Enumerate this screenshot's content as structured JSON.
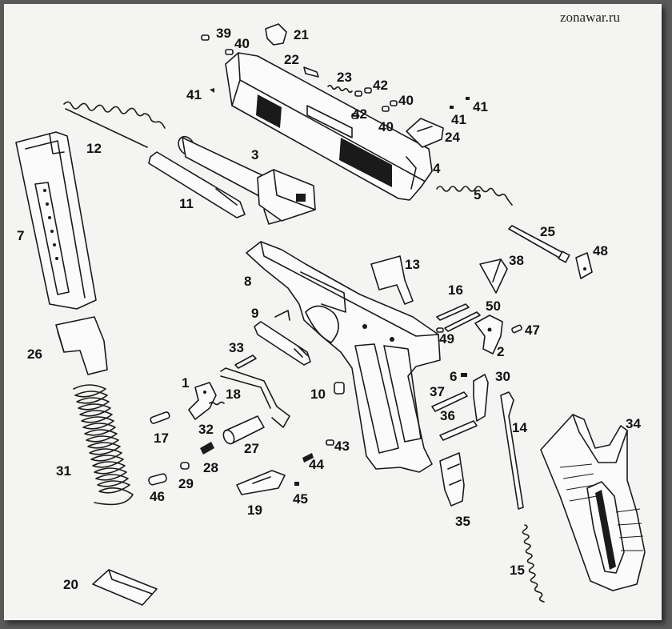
{
  "watermark": "zonawar.ru",
  "labels": {
    "p1": "1",
    "p2": "2",
    "p3": "3",
    "p4": "4",
    "p5": "5",
    "p6": "6",
    "p7": "7",
    "p8": "8",
    "p9": "9",
    "p10": "10",
    "p11": "11",
    "p12": "12",
    "p13": "13",
    "p14": "14",
    "p15": "15",
    "p16": "16",
    "p17": "17",
    "p18": "18",
    "p19": "19",
    "p20": "20",
    "p21": "21",
    "p22": "22",
    "p23": "23",
    "p24": "24",
    "p25": "25",
    "p26": "26",
    "p27": "27",
    "p28": "28",
    "p29": "29",
    "p30": "30",
    "p31": "31",
    "p32": "32",
    "p33": "33",
    "p34": "34",
    "p35": "35",
    "p36": "36",
    "p37": "37",
    "p38": "38",
    "p39": "39",
    "p40a": "40",
    "p40b": "40",
    "p40c": "40",
    "p41a": "41",
    "p41b": "41",
    "p41c": "41",
    "p42a": "42",
    "p42b": "42",
    "p43": "43",
    "p44": "44",
    "p45": "45",
    "p46": "46",
    "p47": "47",
    "p48": "48",
    "p49": "49",
    "p50": "50"
  }
}
